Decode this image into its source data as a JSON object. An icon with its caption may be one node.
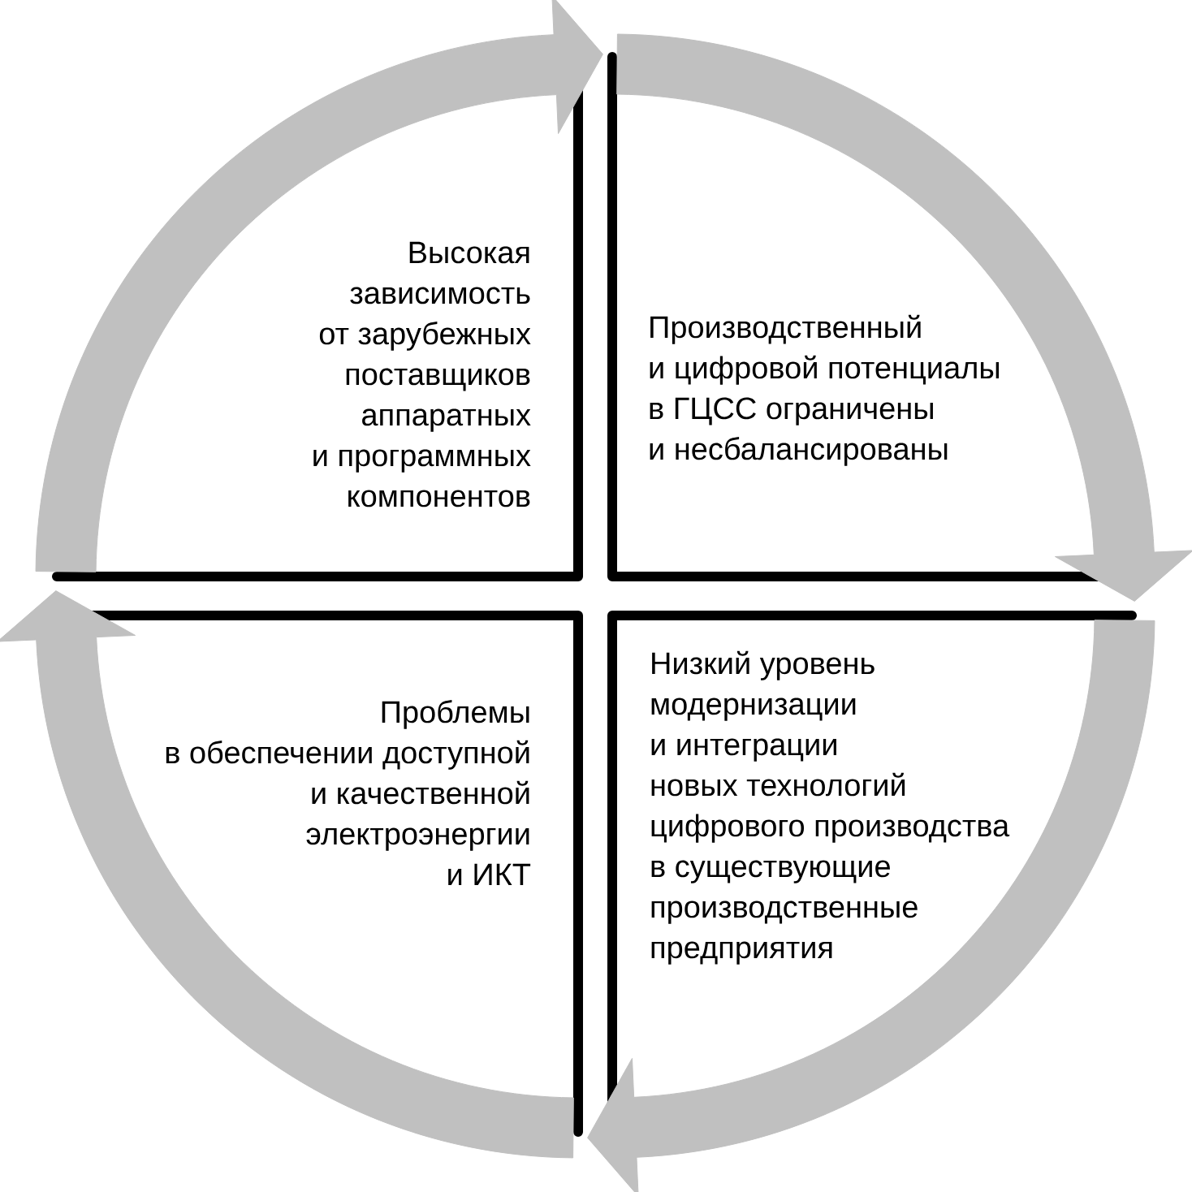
{
  "diagram": {
    "nodes": [
      {
        "text": [
          "Высокая зависимость от зарубежных поставщиков аппаратных и программных компонентов"
        ]
      },
      {
        "text": [
          "Производственный и цифровой потенциалы в ГЦСС ограничены и несбалансированы"
        ]
      },
      {
        "text": [
          "Проблемы в обеспечении доступной и качественной электроэнергии и ИКТ"
        ]
      },
      {
        "text": [
          "Низкий уровень модернизации и интеграции новых технологий цифрового производства в существующие производственные предприятия"
        ]
      }
    ],
    "edges": [
      {
        "from": 0,
        "to": 1,
        "arrow": "to"
      },
      {
        "from": 1,
        "to": 3,
        "arrow": "to"
      },
      {
        "from": 3,
        "to": 2,
        "arrow": "to"
      },
      {
        "from": 2,
        "to": 0,
        "arrow": "to"
      }
    ]
  }
}
